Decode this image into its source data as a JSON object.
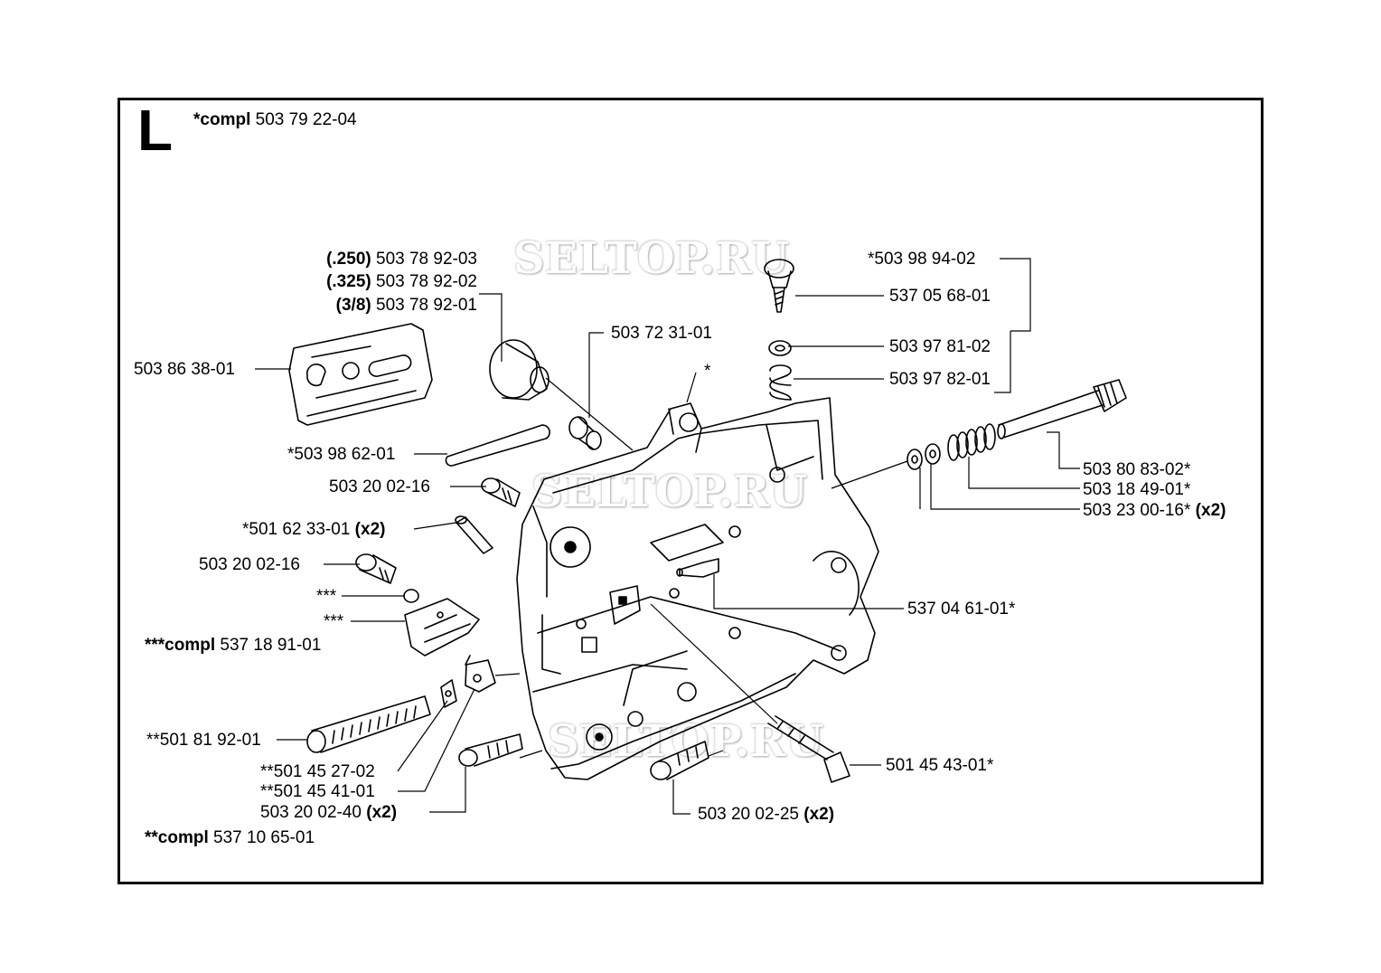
{
  "section": {
    "letter": "L",
    "compl_prefix": "*compl",
    "compl_number": "503 79 22-04"
  },
  "watermark": "SELTOP.RU",
  "labels": {
    "bar_250_prefix": "(.250)",
    "bar_250_num": "503 78 92-03",
    "bar_325_prefix": "(.325)",
    "bar_325_num": "503 78 92-02",
    "bar_38_prefix": "(3/8)",
    "bar_38_num": "503 78 92-01",
    "plate": "503 86 38-01",
    "p_503_72_31": "503 72 31-01",
    "star": "*",
    "p_503_98_62": "*503 98 62-01",
    "p_503_20_02_16_a": "503 20 02-16",
    "p_501_62_33_num": "*501 62 33-01",
    "p_501_62_33_qty": "(x2)",
    "p_503_20_02_16_b": "503 20 02-16",
    "triple_star_a": "***",
    "triple_star_b": "***",
    "compl3_prefix": "***compl",
    "compl3_num": "537 18 91-01",
    "p_501_81_92": "**501 81 92-01",
    "p_501_45_27": "**501 45 27-02",
    "p_501_45_41": "**501 45 41-01",
    "p_503_20_02_40_num": "503 20 02-40",
    "p_503_20_02_40_qty": "(x2)",
    "compl2_prefix": "**compl",
    "compl2_num": "537 10 65-01",
    "p_503_98_94": "*503 98 94-02",
    "p_537_05_68": "537 05 68-01",
    "p_503_97_81": "503 97 81-02",
    "p_503_97_82": "503 97 82-01",
    "p_503_80_83": "503 80 83-02*",
    "p_503_18_49": "503 18 49-01*",
    "p_503_23_00_num": "503 23 00-16*",
    "p_503_23_00_qty": "(x2)",
    "p_537_04_61": "537 04 61-01*",
    "p_501_45_43": "501 45 43-01*",
    "p_503_20_02_25_num": "503 20 02-25",
    "p_503_20_02_25_qty": "(x2)"
  }
}
